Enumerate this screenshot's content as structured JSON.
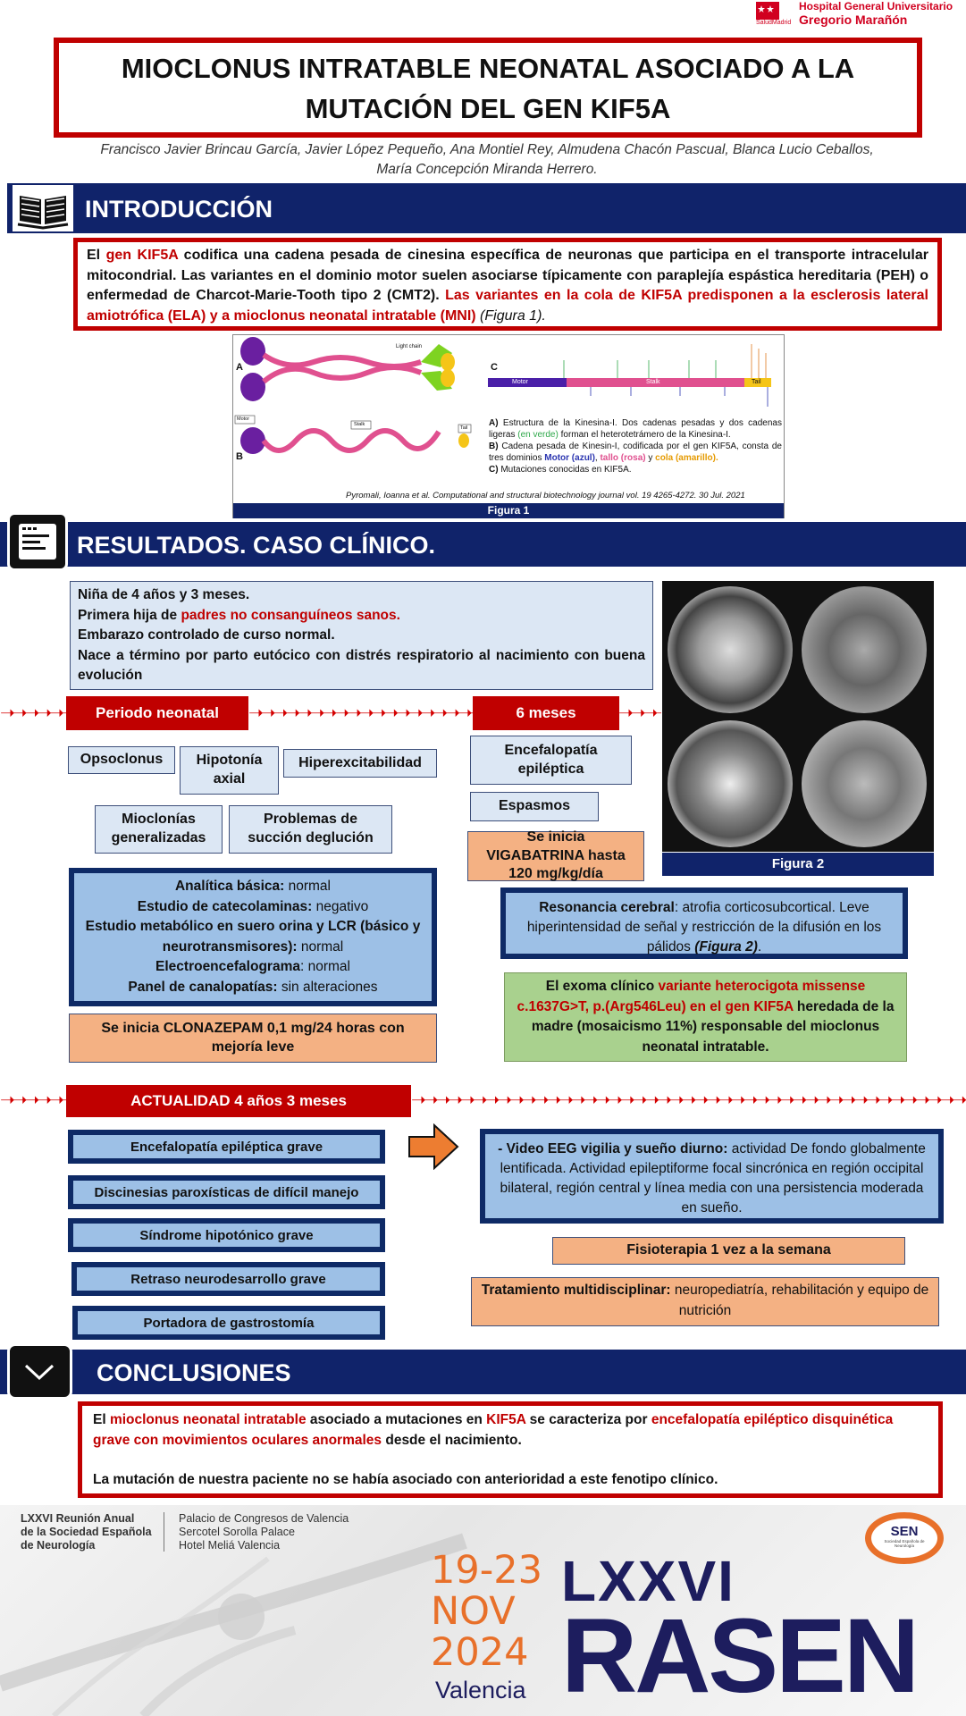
{
  "header": {
    "hospital_line1": "Hospital General Universitario",
    "hospital_line2": "Gregorio Marañón",
    "salud_label": "SaludMadrid"
  },
  "title": {
    "line1": "MIOCLONUS INTRATABLE NEONATAL ASOCIADO A LA",
    "line2": "MUTACIÓN DEL GEN KIF5A"
  },
  "authors": {
    "line1": "Francisco Javier Brincau García, Javier López Pequeño, Ana Montiel Rey, Almudena Chacón Pascual, Blanca Lucio Ceballos,",
    "line2": "María Concepción Miranda Herrero."
  },
  "intro": {
    "heading": "INTRODUCCIÓN",
    "t1": "El ",
    "t2": "gen KIF5A",
    "t3": "  codifica una cadena pesada de cinesina específica de neuronas que participa en el transporte intracelular mitocondrial. Las variantes en el dominio motor suelen asociarse típicamente con paraplejía espástica hereditaria (PEH) o enfermedad de Charcot-Marie-Tooth tipo 2 (CMT2). ",
    "t4": "Las variantes en la cola de KIF5A predisponen a la esclerosis lateral amiotrófica (ELA) y a mioclonus neonatal intratable (MNI)",
    "t5": " (Figura 1)."
  },
  "figure1": {
    "label_a": "A",
    "label_b": "B",
    "label_c": "C",
    "light_chain": "Light chain",
    "motor_tag": "Motor",
    "stalk_tag": "Stalk",
    "tail_tag": "Tail",
    "bar_motor": "Motor",
    "bar_stalk": "Stalk",
    "bar_tail": "Tail",
    "cap_a1": "A)",
    "cap_a2": " Estructura de la Kinesina-I. Dos cadenas pesadas y dos cadenas ligeras ",
    "cap_a3": "(en verde)",
    "cap_a4": " forman el heterotetrámero de la Kinesina-I.",
    "cap_b1": "B)",
    "cap_b2": " Cadena pesada de Kinesin-I, codificada por el gen KIF5A, consta de tres dominios ",
    "cap_b3": "Motor (azul)",
    "cap_b4": ", ",
    "cap_b5": "tallo (rosa)",
    "cap_b6": " y ",
    "cap_b7": "cola (amarillo).",
    "cap_c1": "C)",
    "cap_c2": " Mutaciones conocidas en KIF5A.",
    "citation": "Pyromali, Ioanna et al. Computational and structural biotechnology journal vol. 19 4265-4272. 30 Jul. 2021",
    "label": "Figura 1"
  },
  "results": {
    "heading": "RESULTADOS. CASO CLÍNICO.",
    "case_l1": "Niña de 4 años y 3 meses.",
    "case_l2a": "Primera hija de ",
    "case_l2b": "padres no consanguíneos sanos.",
    "case_l3": "Embarazo controlado de curso normal.",
    "case_l4": "Nace a término por parto eutócico con distrés respiratorio al nacimiento con buena evolución",
    "neonatal_label": "Periodo neonatal",
    "six_months_label": "6 meses",
    "opsoclonus": "Opsoclonus",
    "hipotonia": "Hipotonía axial",
    "hiperexcitabilidad": "Hiperexcitabilidad",
    "mioclonias": "Mioclonías generalizadas",
    "problemas": "Problemas de succión deglución",
    "encefalopatia": "Encefalopatía epiléptica",
    "espasmos": "Espasmos",
    "vigabatrina": "Se inicia VIGABATRINA hasta 120 mg/kg/día",
    "an1a": "Analítica básica:",
    "an1b": " normal",
    "an2a": "Estudio de catecolaminas:",
    "an2b": " negativo",
    "an3a": "Estudio metabólico en suero orina y LCR (básico y neurotransmisores):",
    "an3b": " normal",
    "an4a": "Electroencefalograma",
    "an4b": ": normal",
    "an5a": "Panel de canalopatías:",
    "an5b": " sin alteraciones",
    "clonazepam": "Se inicia CLONAZEPAM 0,1 mg/24 horas con mejoría leve",
    "rm1": "Resonancia cerebral",
    "rm2": ": atrofia corticosubcortical. Leve hiperintensidad de señal y restricción de la difusión en los pálidos ",
    "rm3": "(Figura 2)",
    "rm4": ".",
    "ex1": "El exoma clínico ",
    "ex2": "variante heterocigota  missense c.1637G>T, p.(Arg546Leu) en el gen KIF5A",
    "ex3": " heredada de la madre (mosaicismo 11%) responsable del mioclonus neonatal intratable.",
    "figure2_label": "Figura 2",
    "actualidad_label": "ACTUALIDAD 4 años 3 meses",
    "cur1": "Encefalopatía epiléptica grave",
    "cur2": "Discinesias paroxísticas de difícil manejo",
    "cur3": "Síndrome hipotónico grave",
    "cur4": "Retraso neurodesarrollo grave",
    "cur5": "Portadora de gastrostomía",
    "eeg1": "- Video EEG vigilia y sueño diurno:",
    "eeg2": "  actividad De fondo globalmente lentificada. Actividad epileptiforme focal sincrónica en región occipital bilateral, región central y línea media con una persistencia moderada en sueño.",
    "fisio": "Fisioterapia 1 vez a la semana",
    "trat1": "Tratamiento multidisciplinar:",
    "trat2": " neuropediatría, rehabilitación y equipo de nutrición"
  },
  "conclusions": {
    "heading": "CONCLUSIONES",
    "c1": "El ",
    "c2": "mioclonus neonatal intratable",
    "c3": " asociado a mutaciones en ",
    "c4": "KIF5A",
    "c5": " se caracteriza por ",
    "c6": "encefalopatía epiléptico disquinética grave con movimientos oculares anormales",
    "c7": " desde el nacimiento.",
    "c8": "La mutación de nuestra paciente no se había asociado con anterioridad a este fenotipo clínico."
  },
  "footer": {
    "meeting_l1": "LXXVI Reunión Anual",
    "meeting_l2": "de la Sociedad Española",
    "meeting_l3": "de Neurología",
    "venue_l1": "Palacio de Congresos de Valencia",
    "venue_l2": "Sercotel Sorolla Palace",
    "venue_l3": "Hotel Meliá Valencia",
    "date_l1": "19-23",
    "date_l2": "NOV",
    "date_l3": "2024",
    "city": "Valencia",
    "big1": "LXXVI",
    "big2": "RASEN",
    "sen_logo": "SEN",
    "sen_sub": "Sociedad Española de Neurología"
  }
}
